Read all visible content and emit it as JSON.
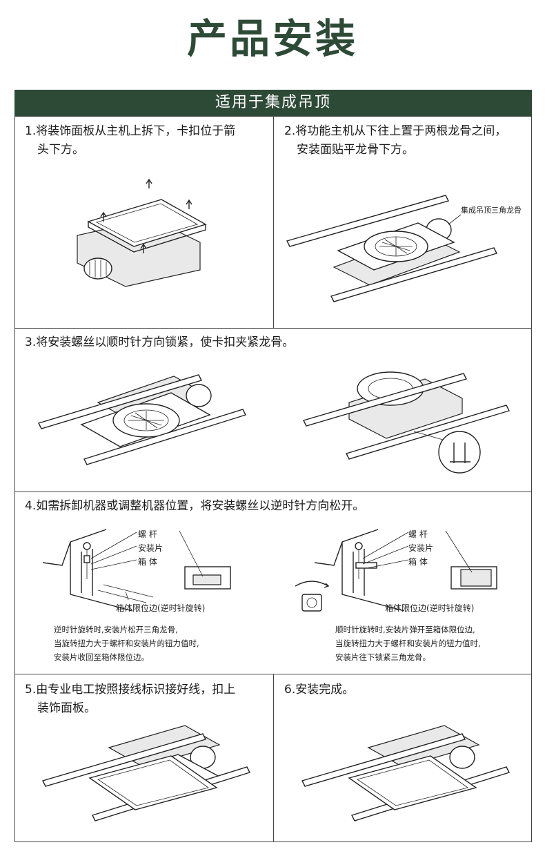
{
  "title": "产品安装",
  "banner": "适用于集成吊顶",
  "steps": {
    "s1_line1": "1.将装饰面板从主机上拆下，卡扣位于箭",
    "s1_line2": "头下方。",
    "s2_line1": "2.将功能主机从下往上置于两根龙骨之间，",
    "s2_line2": "安装面贴平龙骨下方。",
    "s2_label": "集成吊顶三角龙骨",
    "s3": "3.将安装螺丝以顺时针方向锁紧，使卡扣夹紧龙骨。",
    "s4": "4.如需拆卸机器或调整机器位置，将安装螺丝以逆时针方向松开。",
    "s5_line1": "5.由专业电工按照接线标识接好线，扣上",
    "s5_line2": "装饰面板。",
    "s6": "6.安装完成。"
  },
  "diagram4": {
    "label_screw": "螺  杆",
    "label_plate": "安装片",
    "label_box": "箱  体",
    "label_edge": "箱体限位边(逆时针旋转)",
    "left_note": {
      "line1": "逆时针旋转时,安装片松开三角龙骨,",
      "line2": "当旋转扭力大于螺杆和安装片的钮力值时,",
      "line3": "安装片收回至箱体限位边。"
    },
    "right_note": {
      "line1": "顺时针旋转时,安装片弹开至箱体限位边,",
      "line2": "当旋转扭力大于螺杆和安装片的钮力值时,",
      "line3": "安装片往下锁紧三角龙骨。"
    }
  }
}
